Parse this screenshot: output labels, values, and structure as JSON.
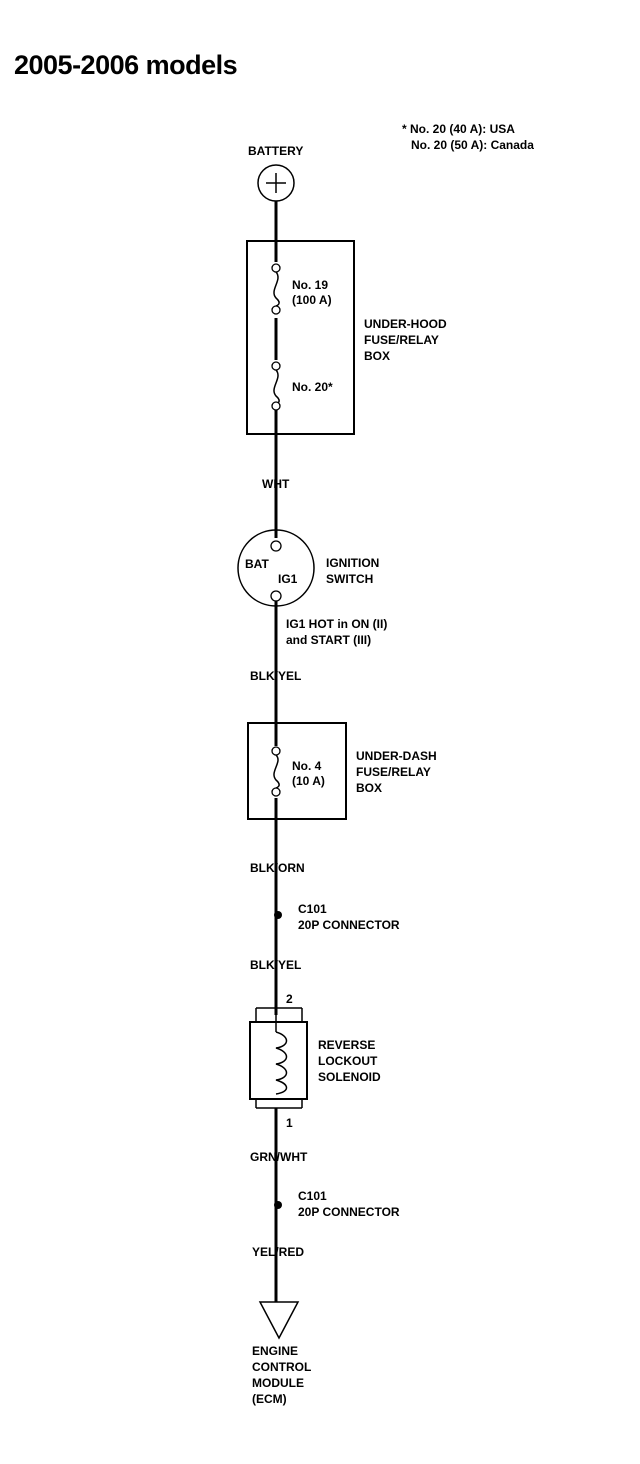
{
  "title": "2005-2006 models",
  "footnote": {
    "line1": "* No. 20 (40 A): USA",
    "line2": "No. 20 (50 A): Canada"
  },
  "battery": {
    "label": "BATTERY"
  },
  "underhood_box": {
    "fuse1_line1": "No. 19",
    "fuse1_line2": "(100 A)",
    "fuse2": "No. 20*",
    "label_line1": "UNDER-HOOD",
    "label_line2": "FUSE/RELAY",
    "label_line3": "BOX"
  },
  "wires": {
    "w1": "WHT",
    "w2": "BLK/YEL",
    "w3": "BLK/ORN",
    "w4": "BLK/YEL",
    "w5": "GRN/WHT",
    "w6": "YEL/RED"
  },
  "ignition": {
    "bat": "BAT",
    "ig1": "IG1",
    "label_line1": "IGNITION",
    "label_line2": "SWITCH",
    "note_line1": "IG1 HOT in ON (II)",
    "note_line2": "and START (III)"
  },
  "underdash_box": {
    "fuse_line1": "No. 4",
    "fuse_line2": "(10 A)",
    "label_line1": "UNDER-DASH",
    "label_line2": "FUSE/RELAY",
    "label_line3": "BOX"
  },
  "connector1": {
    "line1": "C101",
    "line2": "20P CONNECTOR"
  },
  "connector2": {
    "line1": "C101",
    "line2": "20P CONNECTOR"
  },
  "solenoid": {
    "pin_top": "2",
    "pin_bottom": "1",
    "label_line1": "REVERSE",
    "label_line2": "LOCKOUT",
    "label_line3": "SOLENOID"
  },
  "ecm": {
    "line1": "ENGINE",
    "line2": "CONTROL",
    "line3": "MODULE",
    "line4": "(ECM)"
  }
}
